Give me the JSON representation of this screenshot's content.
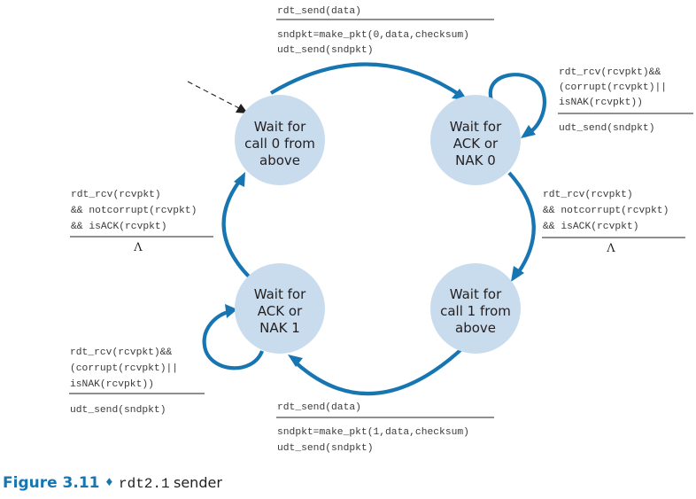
{
  "figure": {
    "caption": {
      "label": "Figure 3.11",
      "bullet": "♦",
      "code": "rdt2.1",
      "text": "sender"
    },
    "colors": {
      "edge": "#1776b2",
      "state_fill": "#c9dcee",
      "caption": "#1776b2"
    },
    "states": [
      {
        "id": "wait_call_0",
        "lines": [
          "Wait for",
          "call 0 from",
          "above"
        ],
        "initial": true
      },
      {
        "id": "wait_ack_nak_0",
        "lines": [
          "Wait for",
          "ACK or",
          "NAK 0"
        ]
      },
      {
        "id": "wait_call_1",
        "lines": [
          "Wait for",
          "call 1 from",
          "above"
        ]
      },
      {
        "id": "wait_ack_nak_1",
        "lines": [
          "Wait for",
          "ACK or",
          "NAK 1"
        ]
      }
    ],
    "transitions": [
      {
        "id": "call0_to_ack0",
        "from": "wait_call_0",
        "to": "wait_ack_nak_0",
        "event": [
          "rdt_send(data)"
        ],
        "actions": [
          "sndpkt=make_pkt(0,data,checksum)",
          "udt_send(sndpkt)"
        ]
      },
      {
        "id": "ack0_self",
        "from": "wait_ack_nak_0",
        "to": "wait_ack_nak_0",
        "event": [
          "rdt_rcv(rcvpkt)&&",
          "(corrupt(rcvpkt)||",
          "isNAK(rcvpkt))"
        ],
        "actions": [
          "udt_send(sndpkt)"
        ]
      },
      {
        "id": "ack0_to_call1",
        "from": "wait_ack_nak_0",
        "to": "wait_call_1",
        "event": [
          "rdt_rcv(rcvpkt)",
          "&& notcorrupt(rcvpkt)",
          "&& isACK(rcvpkt)"
        ],
        "actions": [
          "Λ"
        ]
      },
      {
        "id": "call1_to_ack1",
        "from": "wait_call_1",
        "to": "wait_ack_nak_1",
        "event": [
          "rdt_send(data)"
        ],
        "actions": [
          "sndpkt=make_pkt(1,data,checksum)",
          "udt_send(sndpkt)"
        ]
      },
      {
        "id": "ack1_self",
        "from": "wait_ack_nak_1",
        "to": "wait_ack_nak_1",
        "event": [
          "rdt_rcv(rcvpkt)&&",
          "(corrupt(rcvpkt)||",
          "isNAK(rcvpkt))"
        ],
        "actions": [
          "udt_send(sndpkt)"
        ]
      },
      {
        "id": "ack1_to_call0",
        "from": "wait_ack_nak_1",
        "to": "wait_call_0",
        "event": [
          "rdt_rcv(rcvpkt)",
          "&& notcorrupt(rcvpkt)",
          "&& isACK(rcvpkt)"
        ],
        "actions": [
          "Λ"
        ]
      }
    ]
  }
}
